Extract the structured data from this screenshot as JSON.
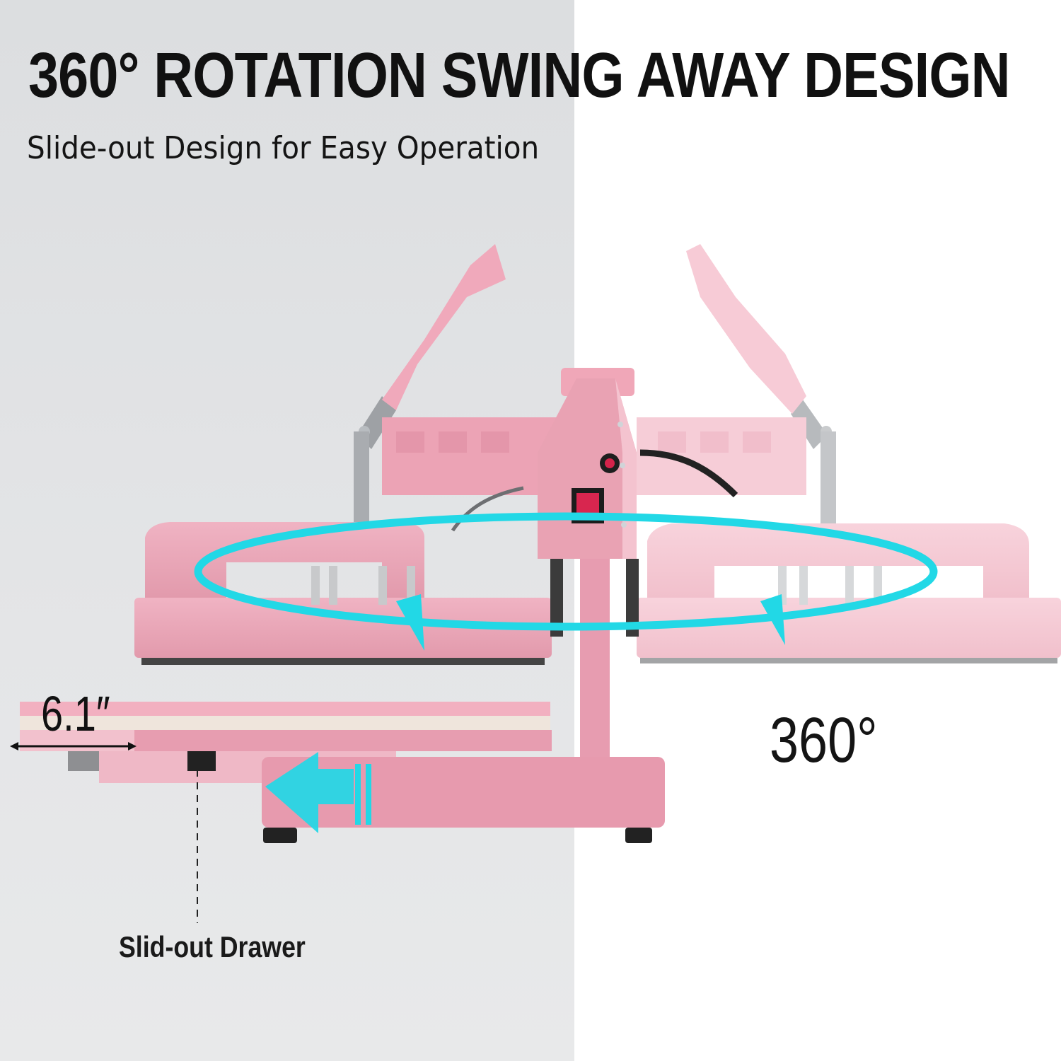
{
  "headline": "360° ROTATION SWING AWAY DESIGN",
  "subheadline": "Slide-out Design for Easy Operation",
  "callouts": {
    "rotation_angle": "360°",
    "drawer_extension": "6.1″",
    "drawer_label": "Slid-out Drawer"
  },
  "product": {
    "name": "Swing-away heat press",
    "color": "pink",
    "controls": [
      "power-rocker-switch",
      "indicator-light",
      "pressure-knob"
    ]
  },
  "colors": {
    "accent_arrow": "#22d8e6",
    "product_pink": "#e9a6b7",
    "product_pink_light": "#f4cbd6",
    "background_left": "#e1e2e4",
    "background_right": "#ffffff",
    "text": "#111111"
  }
}
